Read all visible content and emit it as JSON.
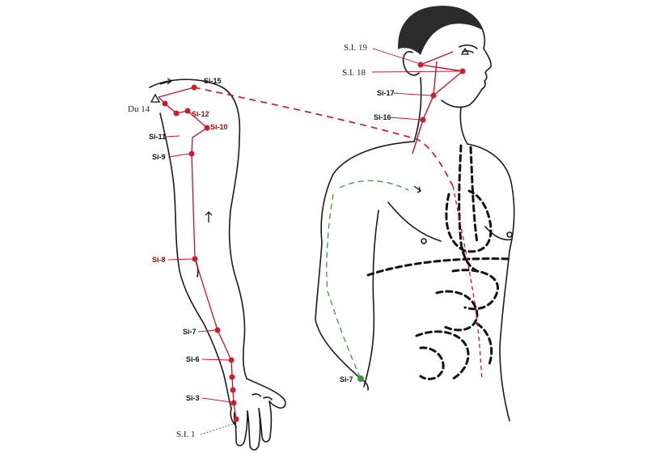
{
  "diagram": {
    "points": {
      "si1": "S.I. 1",
      "si3": "Si-3",
      "si6": "Si-6",
      "si7_arm": "Si-7",
      "si8": "Si-8",
      "si9": "Si-9",
      "si10": "Si-10",
      "si11": "Si-11",
      "si12": "Si-12",
      "si15": "Si-15",
      "du14": "Du 14",
      "si16": "Si-16",
      "si17": "Si-17",
      "si18": "S.I. 18",
      "si19": "S.I. 19",
      "si7_body": "Si-7"
    },
    "colors": {
      "meridian": "#c8102e",
      "point": "#d11a2a",
      "secondary": "#3a9a3a",
      "outline": "#1a1a1a",
      "internal": "#111111"
    }
  }
}
